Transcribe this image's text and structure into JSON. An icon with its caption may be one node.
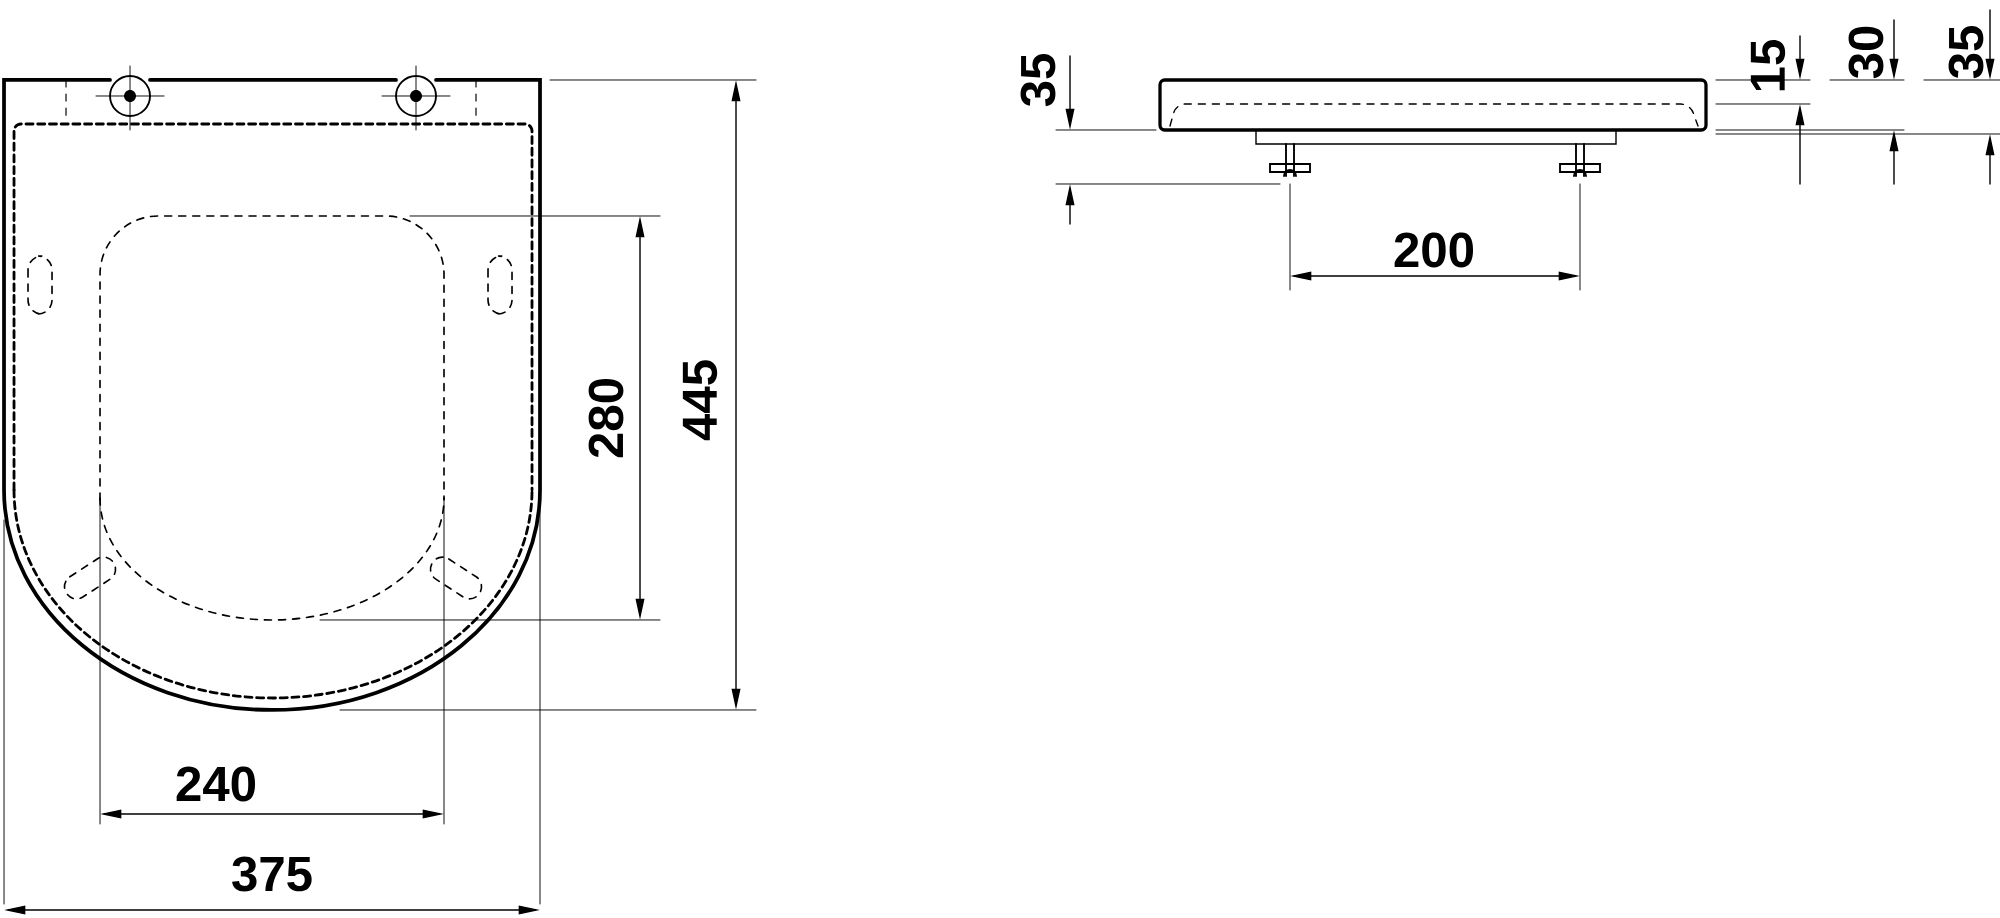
{
  "diagram": {
    "labels": [
      "35",
      "15",
      "30",
      "35",
      "200",
      "280",
      "445",
      "240",
      "375"
    ]
  }
}
